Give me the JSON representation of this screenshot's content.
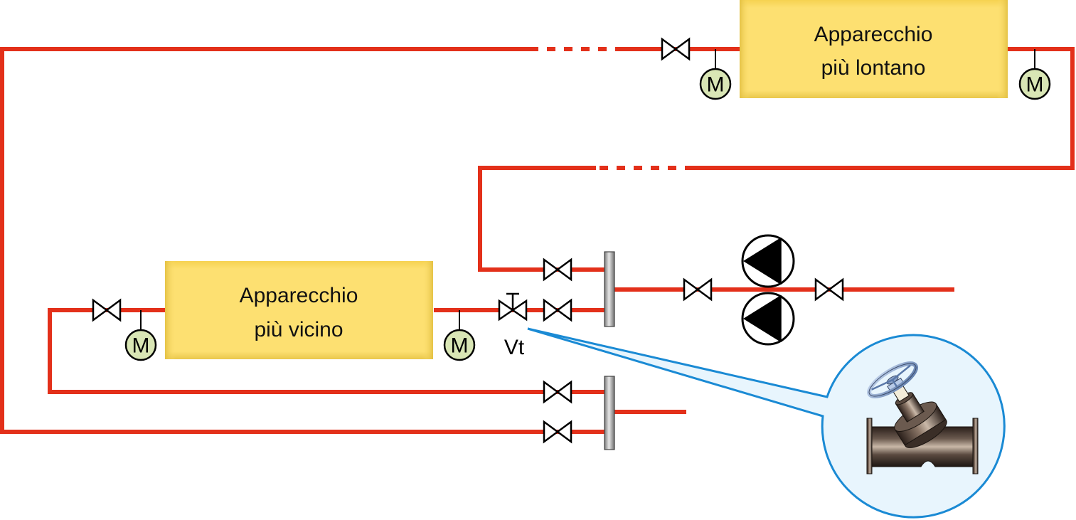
{
  "diagram": {
    "title": "",
    "colors": {
      "pipe": "#e3301a",
      "device_fill": "#fbdc6a",
      "device_border": "#d4b63a",
      "gauge_fill": "#d9e6b5",
      "callout_stroke": "#1a8ad4",
      "callout_fill": "#e8f5fd",
      "manifold": "#9a9a9a"
    },
    "devices": [
      {
        "id": "far",
        "line1": "Apparecchio",
        "line2": "più lontano"
      },
      {
        "id": "near",
        "line1": "Apparecchio",
        "line2": "più vicino"
      }
    ],
    "gauges": [
      {
        "id": "gauge-far-in",
        "symbol": "M"
      },
      {
        "id": "gauge-far-out",
        "symbol": "M"
      },
      {
        "id": "gauge-near-in",
        "symbol": "M"
      },
      {
        "id": "gauge-near-out",
        "symbol": "M"
      }
    ],
    "balancing_valve": {
      "label": "Vt"
    },
    "pumps": {
      "count": 2,
      "type": "twin circulator"
    },
    "callout": {
      "subject": "balancing valve detail"
    }
  }
}
